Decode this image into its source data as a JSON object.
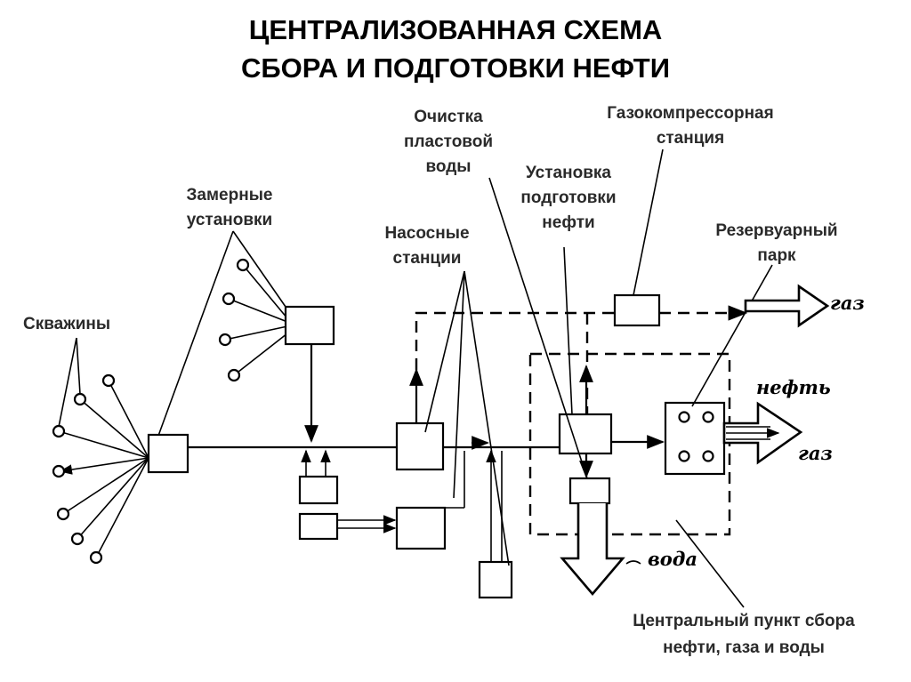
{
  "title": {
    "line1": "ЦЕНТРАЛИЗОВАННАЯ СХЕМА",
    "line2": "СБОРА И ПОДГОТОВКИ НЕФТИ"
  },
  "labels": {
    "wells": "Скважины",
    "metering_1": "Замерные",
    "metering_2": "установки",
    "pumping_1": "Насосные",
    "pumping_2": "станции",
    "water_treatment_1": "Очистка",
    "water_treatment_2": "пластовой",
    "water_treatment_3": "воды",
    "oil_treatment_1": "Установка",
    "oil_treatment_2": "подготовки",
    "oil_treatment_3": "нефти",
    "gas_compressor_1": "Газокомпрессорная",
    "gas_compressor_2": "станция",
    "tank_farm_1": "Резервуарный",
    "tank_farm_2": "парк",
    "central_point_1": "Центральный пункт сбора",
    "central_point_2": "нефти, газа и воды"
  },
  "flows": {
    "gas_top": "газ",
    "oil": "нефть",
    "gas_right": "газ",
    "water": "вода"
  },
  "colors": {
    "ink": "#000000",
    "label": "#2a2a2a",
    "background": "#ffffff"
  }
}
